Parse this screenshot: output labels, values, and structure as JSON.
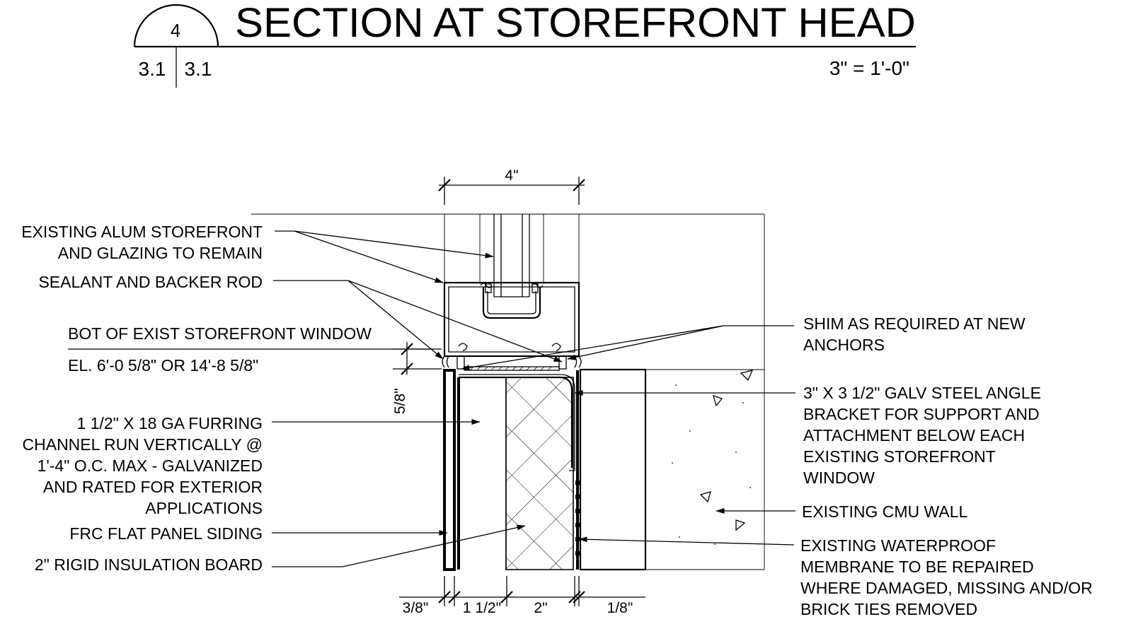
{
  "title": {
    "detail_number": "4",
    "sheet_left": "3.1",
    "sheet_right": "3.1",
    "name": "SECTION AT STOREFRONT HEAD",
    "scale": "3\" = 1'-0\""
  },
  "dimensions": {
    "top_width": "4\"",
    "offset": "5/8\"",
    "siding": "3/8\"",
    "furring": "1 1/2\"",
    "insulation": "2\"",
    "membrane": "1/8\""
  },
  "callouts_left": [
    {
      "lines": [
        "EXISTING ALUM STOREFRONT",
        "AND GLAZING TO REMAIN"
      ]
    },
    {
      "lines": [
        "SEALANT AND BACKER ROD"
      ]
    },
    {
      "lines": [
        "BOT OF EXIST STOREFRONT WINDOW"
      ]
    },
    {
      "lines": [
        "EL. 6'-0 5/8\" OR 14'-8 5/8\""
      ]
    },
    {
      "lines": [
        "1 1/2\" X 18 GA FURRING",
        "CHANNEL RUN VERTICALLY @",
        "1'-4\" O.C. MAX - GALVANIZED",
        "AND RATED FOR EXTERIOR",
        "APPLICATIONS"
      ]
    },
    {
      "lines": [
        "FRC FLAT PANEL SIDING"
      ]
    },
    {
      "lines": [
        "2\" RIGID INSULATION BOARD"
      ]
    }
  ],
  "callouts_right": [
    {
      "lines": [
        "SHIM AS REQUIRED AT NEW",
        "ANCHORS"
      ]
    },
    {
      "lines": [
        "3\" X 3 1/2\" GALV STEEL ANGLE",
        "BRACKET FOR SUPPORT AND",
        "ATTACHMENT BELOW EACH",
        "EXISTING STOREFRONT",
        "WINDOW"
      ]
    },
    {
      "lines": [
        "EXISTING CMU WALL"
      ]
    },
    {
      "lines": [
        "EXISTING WATERPROOF",
        "MEMBRANE TO BE REPAIRED",
        "WHERE DAMAGED, MISSING AND/OR",
        "BRICK TIES REMOVED"
      ]
    }
  ]
}
